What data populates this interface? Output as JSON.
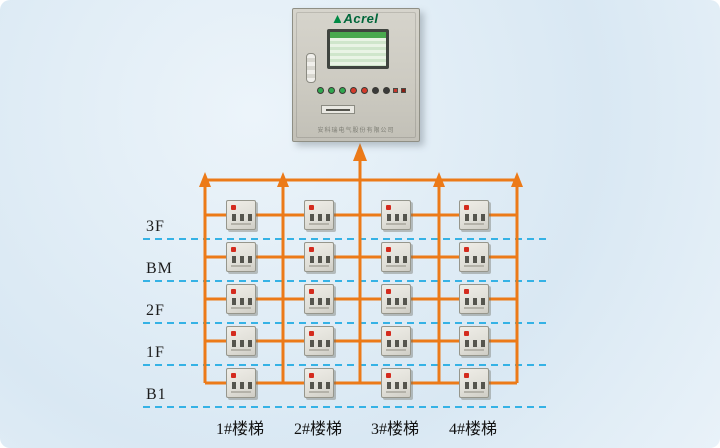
{
  "colors": {
    "accent-orange": "#EC7A18",
    "floor-line-blue": "#35B2E5",
    "cabinet-body": "#CDCBC2",
    "screen-green": "#49A94E",
    "device-face": "#E0DFD8",
    "led-red": "#D42B1E"
  },
  "cabinet": {
    "brand": "Acrel",
    "footer_text": "安科瑞电气股份有限公司",
    "button_colors": [
      "#2FA84F",
      "#2FA84F",
      "#2FA84F",
      "#D43A2A",
      "#D43A2A",
      "#3A3A3A",
      "#3A3A3A"
    ],
    "indicator_colors": [
      "#C8372D",
      "#8B2015"
    ]
  },
  "floors": [
    "3F",
    "BM",
    "2F",
    "1F",
    "B1"
  ],
  "staircases": [
    "1#楼梯",
    "2#楼梯",
    "3#楼梯",
    "4#楼梯"
  ],
  "grid": {
    "rows": 5,
    "cols": 4
  }
}
